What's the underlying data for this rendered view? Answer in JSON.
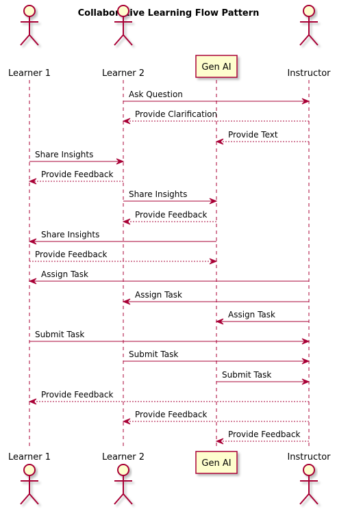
{
  "title": "Collaborative Learning Flow Pattern",
  "participants": [
    {
      "id": "learner1",
      "label": "Learner 1",
      "kind": "actor"
    },
    {
      "id": "learner2",
      "label": "Learner 2",
      "kind": "actor"
    },
    {
      "id": "genai",
      "label": "Gen AI",
      "kind": "box"
    },
    {
      "id": "instructor",
      "label": "Instructor",
      "kind": "actor"
    }
  ],
  "messages": [
    {
      "from": "learner2",
      "to": "instructor",
      "label": "Ask Question",
      "dashed": false
    },
    {
      "from": "instructor",
      "to": "learner2",
      "label": "Provide Clarification",
      "dashed": true
    },
    {
      "from": "instructor",
      "to": "genai",
      "label": "Provide Text",
      "dashed": true
    },
    {
      "from": "learner1",
      "to": "learner2",
      "label": "Share Insights",
      "dashed": false
    },
    {
      "from": "learner2",
      "to": "learner1",
      "label": "Provide Feedback",
      "dashed": true
    },
    {
      "from": "learner2",
      "to": "genai",
      "label": "Share Insights",
      "dashed": false
    },
    {
      "from": "genai",
      "to": "learner2",
      "label": "Provide Feedback",
      "dashed": true
    },
    {
      "from": "genai",
      "to": "learner1",
      "label": "Share Insights",
      "dashed": false
    },
    {
      "from": "learner1",
      "to": "genai",
      "label": "Provide Feedback",
      "dashed": true
    },
    {
      "from": "instructor",
      "to": "learner1",
      "label": "Assign Task",
      "dashed": false
    },
    {
      "from": "instructor",
      "to": "learner2",
      "label": "Assign Task",
      "dashed": false
    },
    {
      "from": "instructor",
      "to": "genai",
      "label": "Assign Task",
      "dashed": false
    },
    {
      "from": "learner1",
      "to": "instructor",
      "label": "Submit Task",
      "dashed": false
    },
    {
      "from": "learner2",
      "to": "instructor",
      "label": "Submit Task",
      "dashed": false
    },
    {
      "from": "genai",
      "to": "instructor",
      "label": "Submit Task",
      "dashed": false
    },
    {
      "from": "instructor",
      "to": "learner1",
      "label": "Provide Feedback",
      "dashed": true
    },
    {
      "from": "instructor",
      "to": "learner2",
      "label": "Provide Feedback",
      "dashed": true
    },
    {
      "from": "instructor",
      "to": "genai",
      "label": "Provide Feedback",
      "dashed": true
    }
  ],
  "colors": {
    "arrow": "#A80036",
    "actor_fill": "#FEFECE",
    "actor_stroke": "#A80036",
    "text": "#000000"
  }
}
